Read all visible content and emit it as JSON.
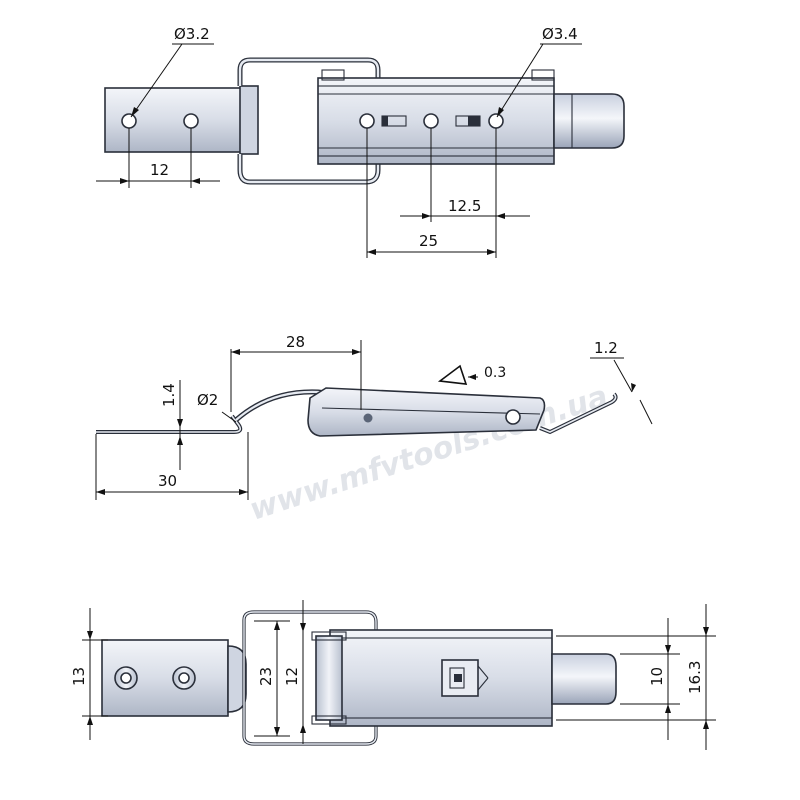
{
  "watermark": "www.mfvtools.com.ua",
  "top_view": {
    "hole_left_label": "Ø3.2",
    "hole_right_label": "Ø3.4",
    "spacing_left": "12",
    "spacing_right_half": "12.5",
    "spacing_right": "25"
  },
  "side_view": {
    "length_28": "28",
    "thickness": "1.2",
    "gap": "0.3",
    "wire": "Ø2",
    "height": "1.4",
    "length_30": "30"
  },
  "bottom_view": {
    "width_13": "13",
    "width_23": "23",
    "width_12": "12",
    "width_10": "10",
    "width_16_3": "16.3"
  },
  "colors": {
    "metal_light": "#e4e8f0",
    "metal_mid": "#c5ccda",
    "metal_dark": "#8e98ab",
    "outline": "#2a2f3a"
  }
}
